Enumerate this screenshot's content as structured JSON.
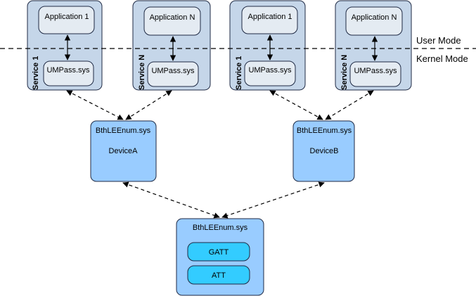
{
  "modes": {
    "user": "User Mode",
    "kernel": "Kernel Mode"
  },
  "services": [
    {
      "label": "Service 1",
      "app": "Application 1",
      "driver": "UMPass.sys"
    },
    {
      "label": "Service N",
      "app": "Application N",
      "driver": "UMPass.sys"
    },
    {
      "label": "Service 1",
      "app": "Application 1",
      "driver": "UMPass.sys"
    },
    {
      "label": "Service N",
      "app": "Application N",
      "driver": "UMPass.sys"
    }
  ],
  "devices": [
    {
      "driver": "BthLEEnum.sys",
      "name": "DeviceA"
    },
    {
      "driver": "BthLEEnum.sys",
      "name": "DeviceB"
    }
  ],
  "root": {
    "driver": "BthLEEnum.sys",
    "layers": [
      "GATT",
      "ATT"
    ]
  },
  "colors": {
    "service_box": "#c5d6e9",
    "inner_box": "#e4ebf2",
    "device_box": "#99ccff",
    "layer_box": "#33ccff",
    "stroke": "#1f2a44"
  }
}
